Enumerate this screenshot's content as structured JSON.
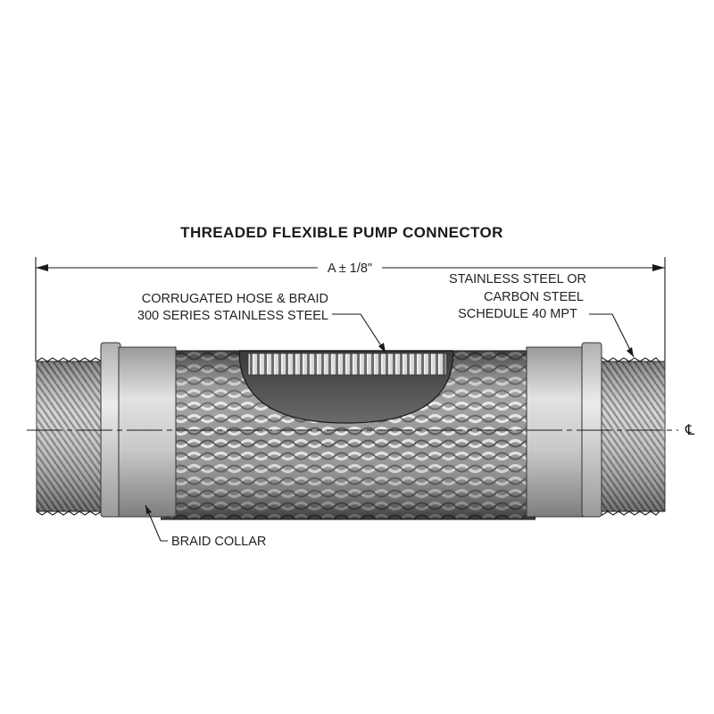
{
  "title": "THREADED FLEXIBLE PUMP CONNECTOR",
  "dimension": {
    "label": "A ± 1/8\""
  },
  "callouts": {
    "hose_line1": "CORRUGATED HOSE & BRAID",
    "hose_line2": "300 SERIES STAINLESS STEEL",
    "pipe_line1": "STAINLESS STEEL OR",
    "pipe_line2": "CARBON STEEL",
    "pipe_line3": "SCHEDULE 40 MPT",
    "collar": "BRAID COLLAR"
  },
  "centerline_symbol": "℄"
}
